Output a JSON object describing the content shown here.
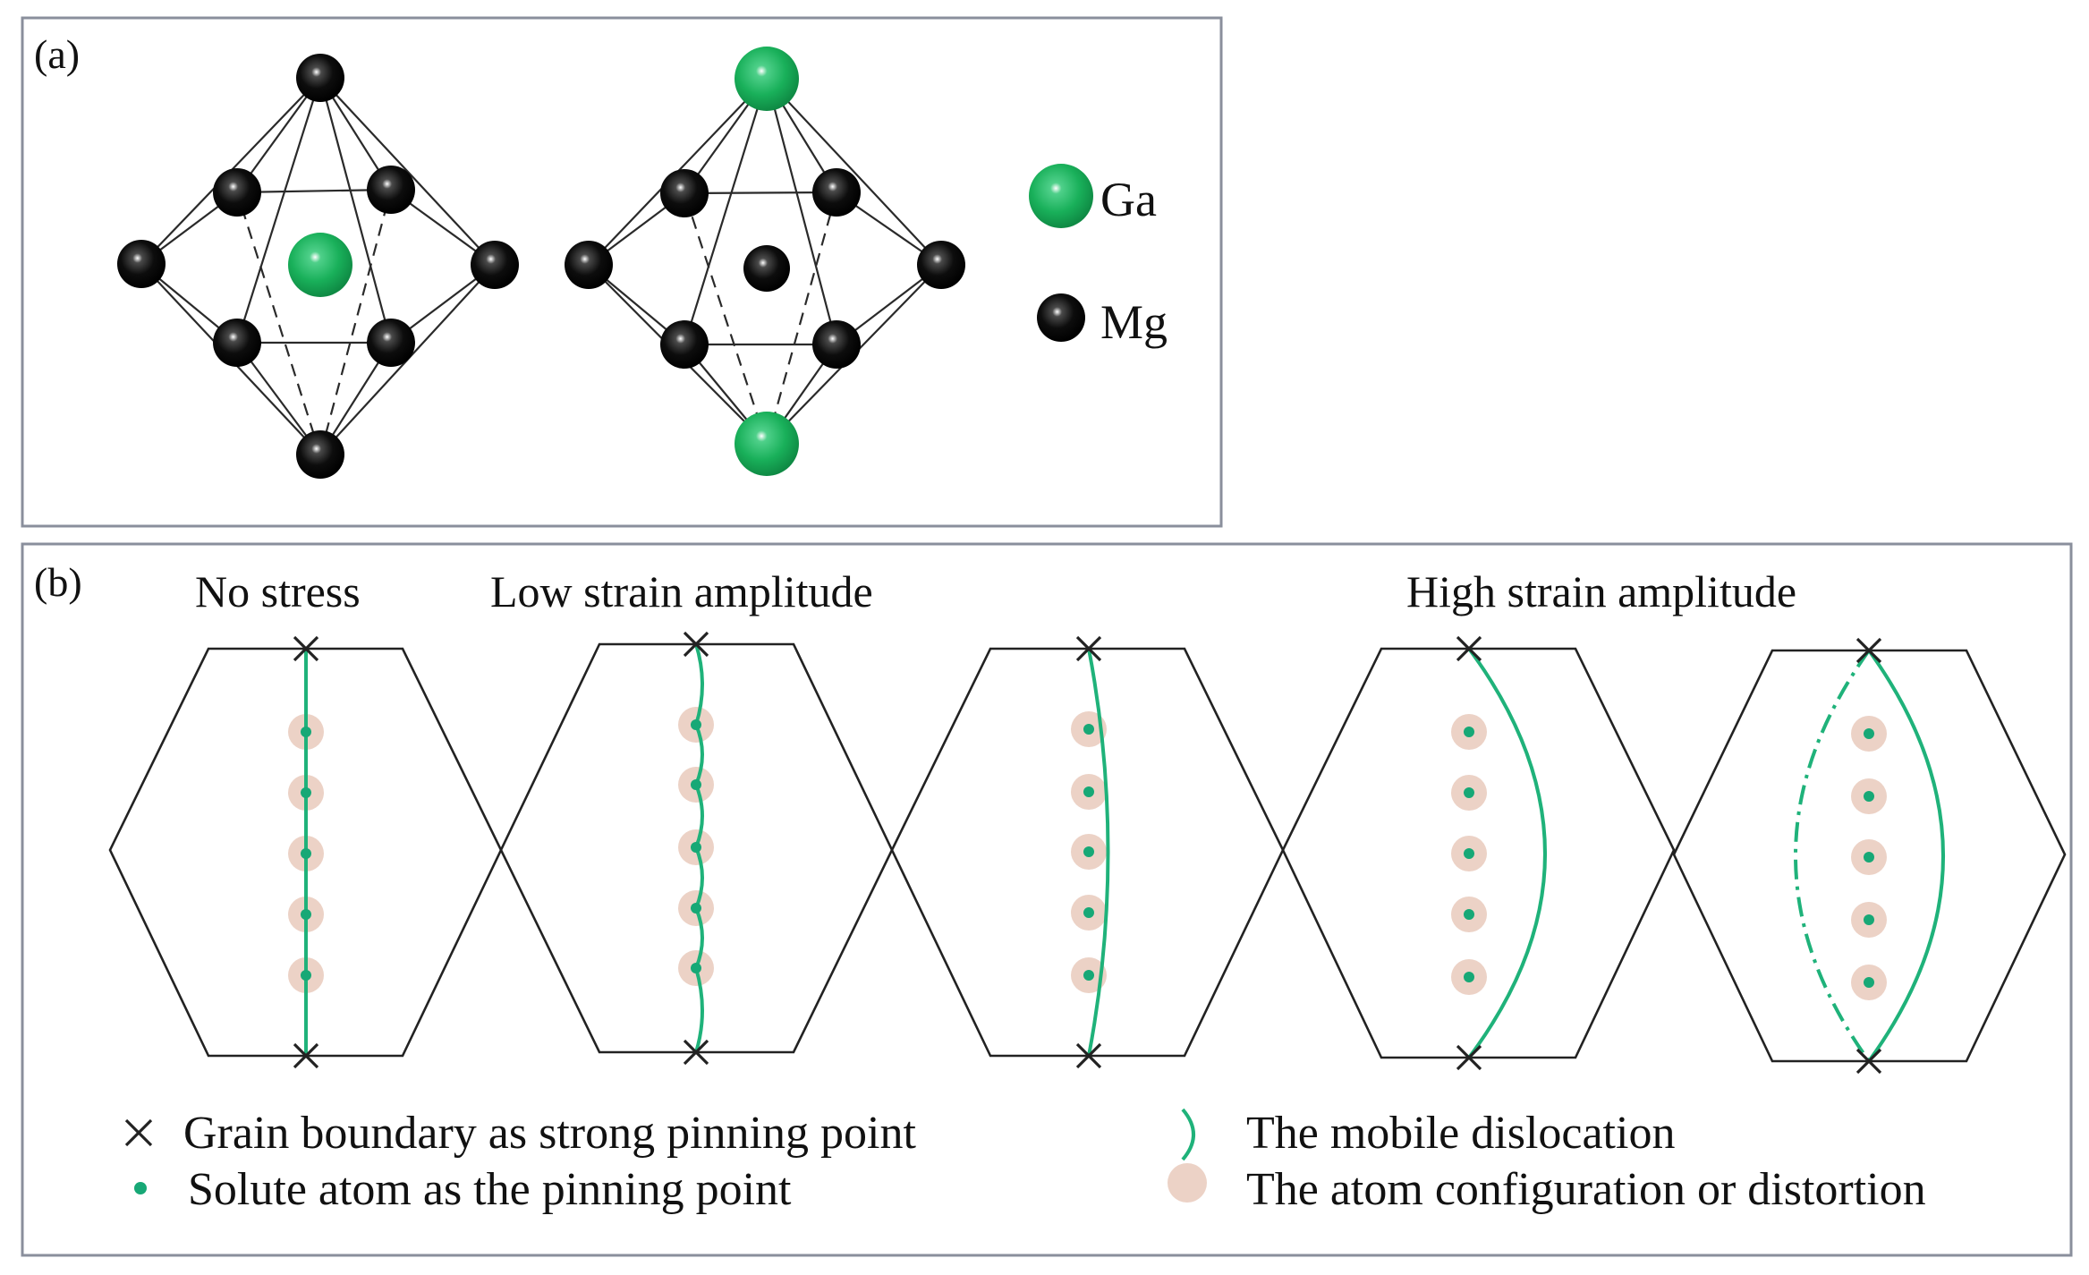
{
  "panel_a": {
    "label": "(a)",
    "legend": [
      {
        "symbol": "ga-atom",
        "label": "Ga"
      },
      {
        "symbol": "mg-atom",
        "label": "Mg"
      }
    ]
  },
  "panel_b": {
    "label": "(b)",
    "titles": [
      "No stress",
      "Low strain amplitude",
      "High strain amplitude"
    ],
    "legend": [
      {
        "symbol": "cross-icon",
        "label": "Grain boundary as strong pinning point"
      },
      {
        "symbol": "solute-dot-icon",
        "label": "Solute atom as the pinning point"
      },
      {
        "symbol": "dislocation-line-icon",
        "label": "The mobile dislocation"
      },
      {
        "symbol": "distortion-circle-icon",
        "label": "The atom configuration or distortion"
      }
    ]
  },
  "colors": {
    "ga": "#19b05a",
    "mg": "#0d0d0d",
    "dislocation": "#1fb27a",
    "distortion": "#ecd2c6",
    "solute": "#17a876",
    "frame": "#8a8f9c"
  }
}
